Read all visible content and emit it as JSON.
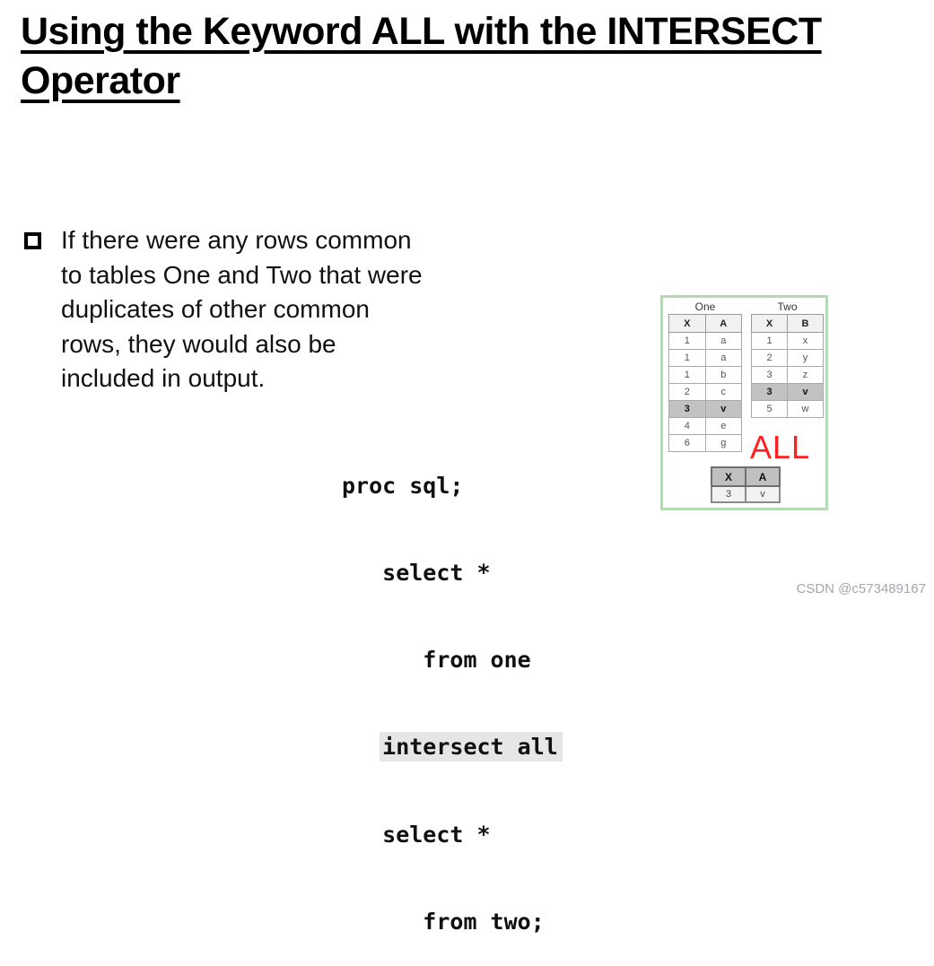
{
  "title": {
    "full": "Using the Keyword ALL with the INTERSECT Operator",
    "lines": [
      "Using the Keyword ALL with the INTERSECT",
      "Operator"
    ]
  },
  "bullet": {
    "lines": [
      "If there were any rows common",
      "to tables One and Two that were",
      "duplicates of other common",
      "rows, they would also be",
      "included in output."
    ]
  },
  "code": {
    "lines": [
      {
        "text": "proc sql;",
        "indent": 0,
        "highlight": false
      },
      {
        "text": "select *",
        "indent": 1,
        "highlight": false
      },
      {
        "text": "from one",
        "indent": 2,
        "highlight": false
      },
      {
        "text": "intersect all",
        "indent": 1,
        "highlight": true
      },
      {
        "text": "select *",
        "indent": 1,
        "highlight": false
      },
      {
        "text": "from two;",
        "indent": 2,
        "highlight": false
      }
    ]
  },
  "diagram": {
    "table_one": {
      "title": "One",
      "headers": [
        "X",
        "A"
      ],
      "rows": [
        [
          "1",
          "a"
        ],
        [
          "1",
          "a"
        ],
        [
          "1",
          "b"
        ],
        [
          "2",
          "c"
        ],
        [
          "3",
          "v"
        ],
        [
          "4",
          "e"
        ],
        [
          "6",
          "g"
        ]
      ],
      "highlight_row_index": 4
    },
    "table_two": {
      "title": "Two",
      "headers": [
        "X",
        "B"
      ],
      "rows": [
        [
          "1",
          "x"
        ],
        [
          "2",
          "y"
        ],
        [
          "3",
          "z"
        ],
        [
          "3",
          "v"
        ],
        [
          "5",
          "w"
        ]
      ],
      "highlight_row_index": 3
    },
    "all_label": "ALL",
    "result_table": {
      "headers": [
        "X",
        "A"
      ],
      "rows": [
        [
          "3",
          "v"
        ]
      ]
    }
  },
  "watermark": "CSDN @c573489167",
  "colors": {
    "accent_red": "#ff2020",
    "panel_border_green": "#b5d9b5",
    "row_highlight_gray": "#c2c2c2",
    "code_highlight_gray": "#e6e6e6",
    "result_header_gray": "#c0c0c0"
  }
}
